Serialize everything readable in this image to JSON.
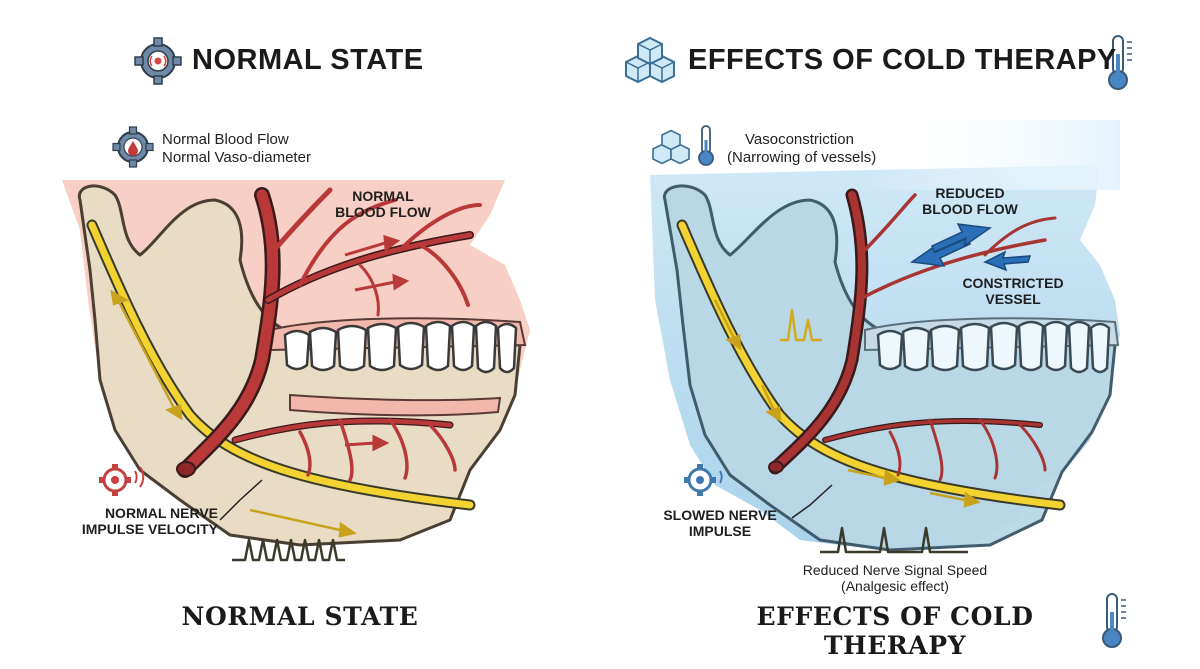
{
  "left_panel": {
    "title": "NORMAL STATE",
    "legend_line1": "Normal Blood Flow",
    "legend_line2": "Normal Vaso-diameter",
    "flow_line1": "NORMAL",
    "flow_line2": "BLOOD FLOW",
    "nerve_line1": "NORMAL NERVE",
    "nerve_line2": "IMPULSE VELOCITY",
    "footer": "NORMAL STATE"
  },
  "right_panel": {
    "title": "EFFECTS OF COLD THERAPY",
    "legend_line1": "Vasoconstriction",
    "legend_line2": "(Narrowing of vessels)",
    "flow_line1": "REDUCED",
    "flow_line2": "BLOOD FLOW",
    "vessel_line1": "CONSTRICTED",
    "vessel_line2": "VESSEL",
    "nerve_line1": "SLOWED NERVE",
    "nerve_line2": "IMPULSE",
    "signal_line1": "Reduced Nerve Signal Speed",
    "signal_line2": "(Analgesic effect)",
    "footer": "EFFECTS OF COLD THERAPY"
  },
  "icons": [
    "gear-icon",
    "blood-drop-icon",
    "ice-cubes-icon",
    "thermometer-icon",
    "signal-wave-icon"
  ],
  "colors": {
    "artery": "#b93838",
    "nerve": "#f2d331",
    "bone": "#e6d8bf",
    "gum_normal": "#f6cbc0",
    "cold_tint": "#bfe0f2",
    "arrow_blue": "#2a6fb8"
  }
}
